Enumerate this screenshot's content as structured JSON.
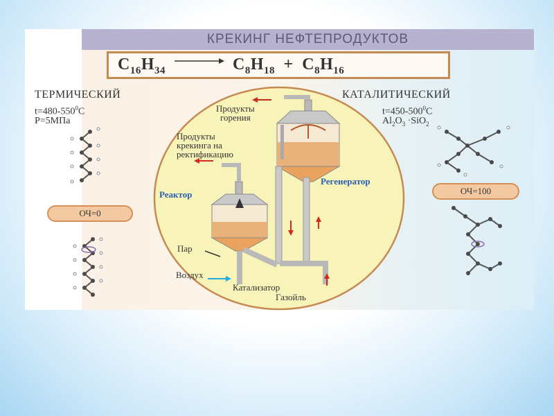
{
  "title": "КРЕКИНГ НЕФТЕПРОДУКТОВ",
  "equation": {
    "reactant": {
      "base": "C",
      "n1": "16",
      "mid": "H",
      "n2": "34"
    },
    "product1": {
      "base": "C",
      "n1": "8",
      "mid": "H",
      "n2": "18"
    },
    "plus": "+",
    "product2": {
      "base": "C",
      "n1": "8",
      "mid": "H",
      "n2": "16"
    }
  },
  "thermal": {
    "heading": "ТЕРМИЧЕСКИЙ",
    "temp_base": "t=480-550",
    "temp_sup": "0",
    "temp_unit": "C",
    "pressure": "P=5МПа",
    "octane": "ОЧ=0"
  },
  "catalytic": {
    "heading": "КАТАЛИТИЧЕСКИЙ",
    "temp_base": "t=450-500",
    "temp_sup": "0",
    "temp_unit": "C",
    "catalyst_a": "Al",
    "catalyst_a_sub": "2",
    "catalyst_b": "O",
    "catalyst_b_sub": "3",
    "catalyst_c": " ·SiO",
    "catalyst_c_sub": "2",
    "octane": "ОЧ=100"
  },
  "diagram": {
    "combustion_products": [
      "Продукты",
      "горения"
    ],
    "cracking_products": [
      "Продукты",
      "крекинга на",
      "ректификацию"
    ],
    "reactor": "Реактор",
    "regenerator": "Регенератор",
    "steam": "Пар",
    "air": "Воздух",
    "catalyst": "Катализатор",
    "gasoil": "Газойль"
  },
  "colors": {
    "title_bg": "#b6b2cf",
    "formula_border": "#c58a52",
    "ellipse_fill": "#f8f3b8",
    "octane_fill": "#f3c9a2",
    "blue_label": "#2a5fb0",
    "arrow_red": "#d22b1e",
    "arrow_cyan": "#25a9d8"
  }
}
